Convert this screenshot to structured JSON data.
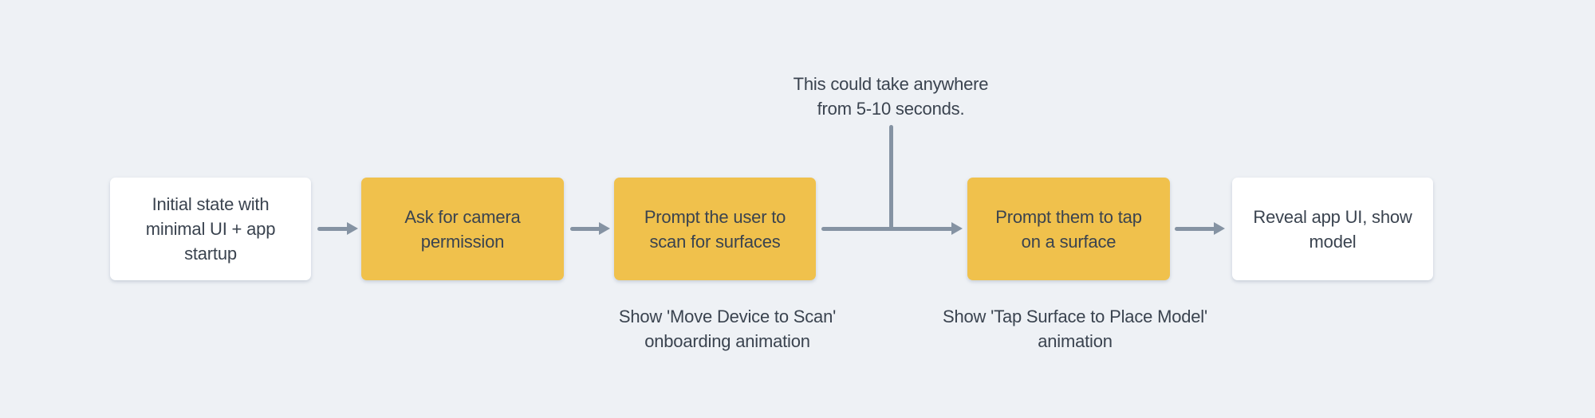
{
  "diagram": {
    "background": "#eef1f5",
    "colors": {
      "node_fill_yellow": "#f0c14c",
      "node_fill_white": "#ffffff",
      "node_text": "#3a434f",
      "connector": "#8593a3",
      "annotation_text": "#3a434f"
    },
    "nodes": [
      {
        "id": "initial-state",
        "fill": "white",
        "label": "Initial state with\nminimal UI + app\nstartup"
      },
      {
        "id": "camera-permission",
        "fill": "yellow",
        "label": "Ask for camera\npermission"
      },
      {
        "id": "scan-surfaces",
        "fill": "yellow",
        "label": "Prompt the user to\nscan for surfaces"
      },
      {
        "id": "tap-surface",
        "fill": "yellow",
        "label": "Prompt them to tap\non a surface"
      },
      {
        "id": "reveal-ui",
        "fill": "white",
        "label": "Reveal app UI, show\nmodel"
      }
    ],
    "connectors": [
      {
        "from": "initial-state",
        "to": "camera-permission"
      },
      {
        "from": "camera-permission",
        "to": "scan-surfaces"
      },
      {
        "from": "scan-surfaces",
        "to": "tap-surface"
      },
      {
        "from": "tap-surface",
        "to": "reveal-ui"
      }
    ],
    "annotations": {
      "timing_note": "This could take anywhere\nfrom 5-10 seconds.",
      "scan_note": "Show 'Move Device to Scan'\nonboarding animation",
      "tap_note": "Show 'Tap Surface to Place Model'\nanimation"
    }
  }
}
